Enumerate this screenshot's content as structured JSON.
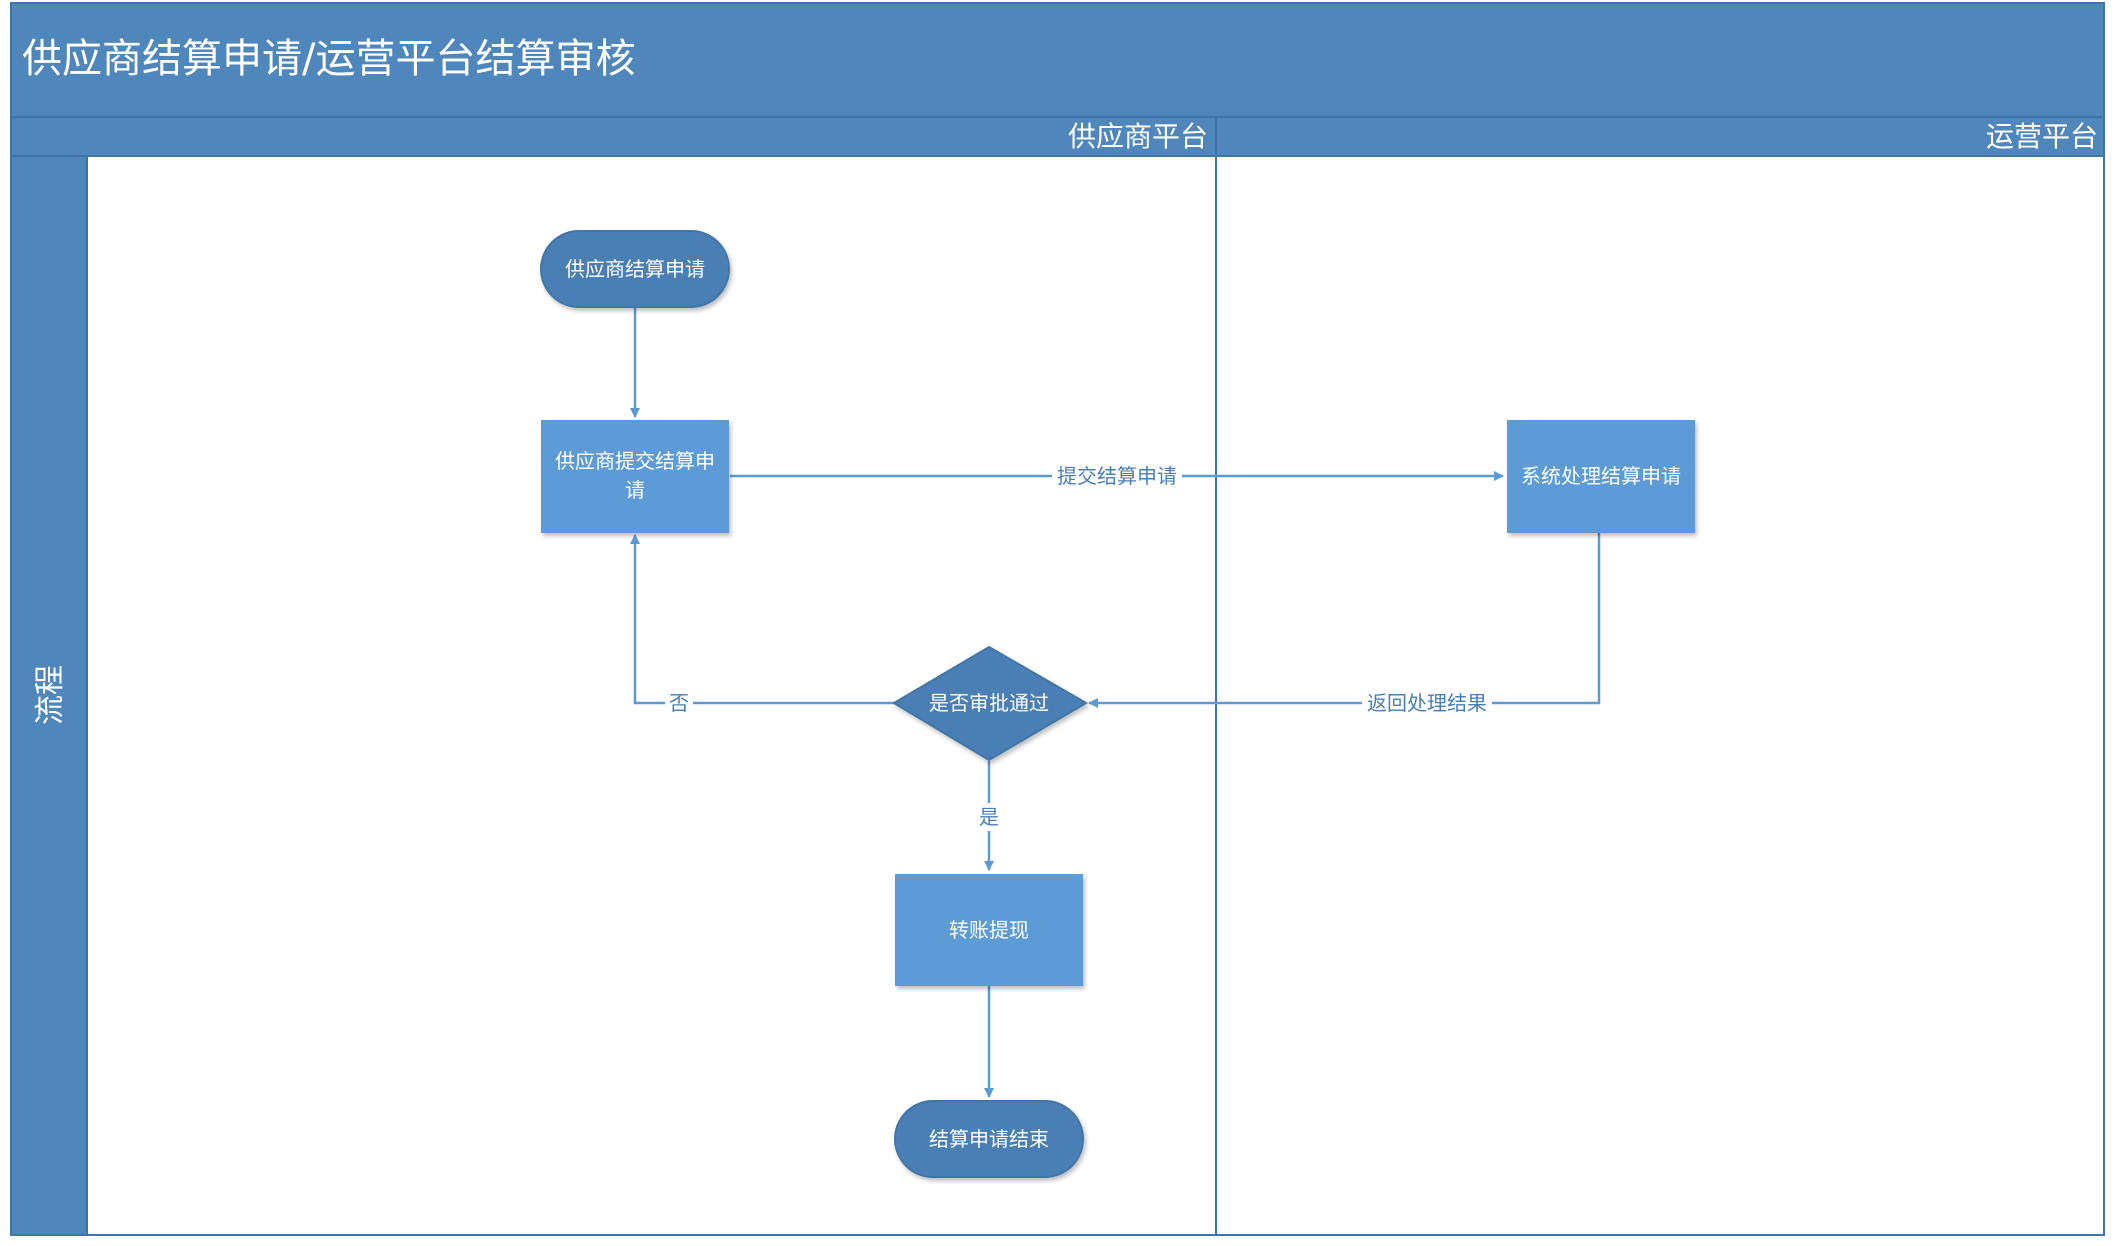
{
  "title": "供应商结算申请/运营平台结算审核",
  "lanes": {
    "supplier": "供应商平台",
    "operations": "运营平台"
  },
  "row_label": "流程",
  "nodes": {
    "start": "供应商结算申请",
    "submit_line1": "供应商提交结算申",
    "submit_line2": "请",
    "system": "系统处理结算申请",
    "decision": "是否审批通过",
    "withdraw": "转账提现",
    "end": "结算申请结束"
  },
  "edges": {
    "submit": "提交结算申请",
    "return": "返回处理结果",
    "no": "否",
    "yes": "是"
  },
  "colors": {
    "header": "#4f87bd",
    "frame": "#3f74a8",
    "node": "#5b9bd5",
    "terminator": "#4a7fb5",
    "arrow": "#5b9bd5"
  }
}
